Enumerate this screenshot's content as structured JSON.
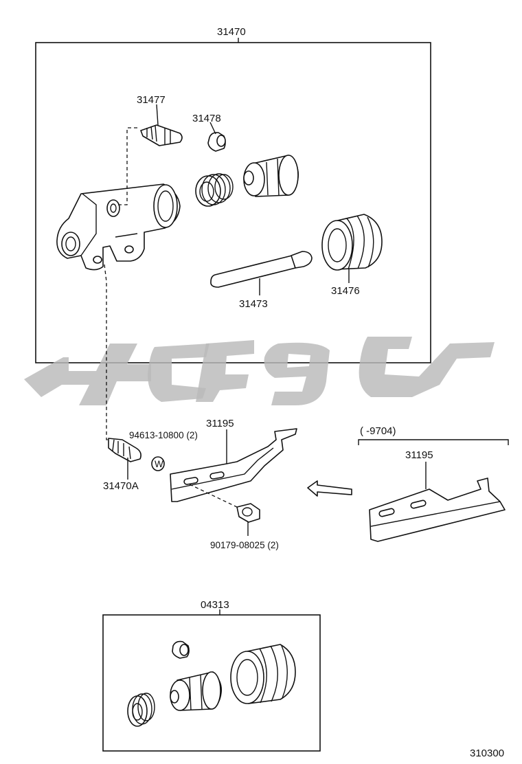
{
  "labels": {
    "kit_main": "31470",
    "bleeder_plug": "31477",
    "bleeder_cap": "31478",
    "push_rod": "31473",
    "boot": "31476",
    "bracket": "31195",
    "bracket_alt": "31195",
    "bolt": "94613-10800 (2)",
    "union": "31470A",
    "nut": "90179-08025 (2)",
    "date_range": "(    -9704)",
    "repair_kit": "04313",
    "washer_mark": "W",
    "diagram_code": "310300"
  },
  "colors": {
    "line": "#111111",
    "watermark": "#b9b9b9"
  }
}
